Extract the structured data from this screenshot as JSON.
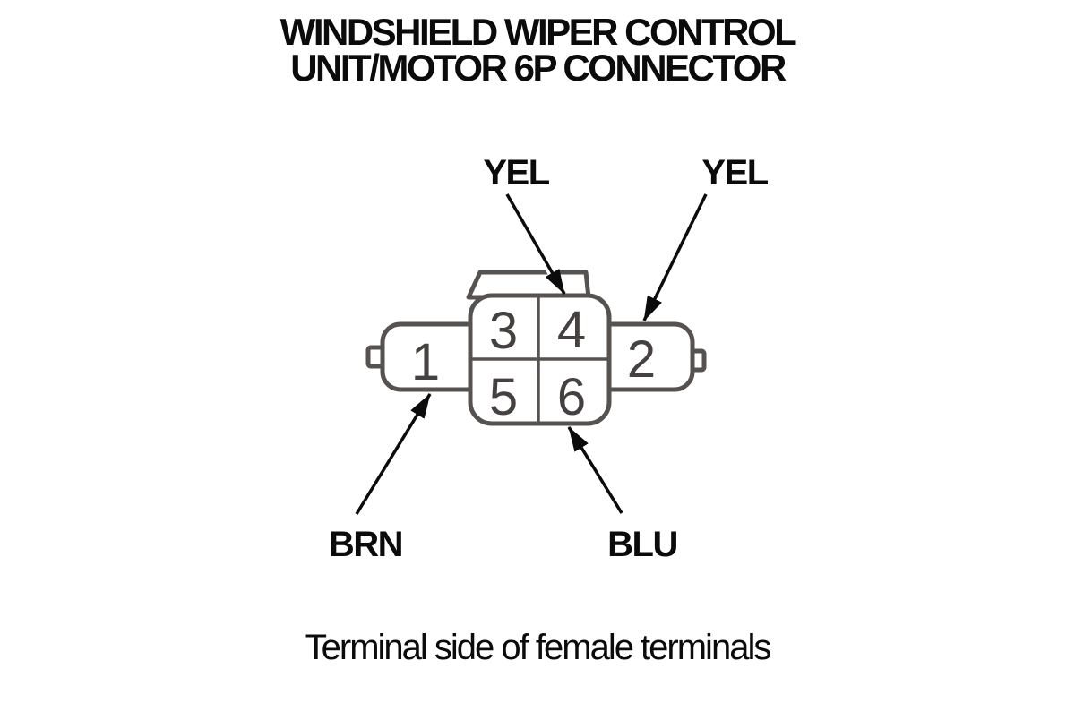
{
  "title": {
    "line1": "WINDSHIELD WIPER CONTROL",
    "line2": "UNIT/MOTOR 6P CONNECTOR"
  },
  "caption": "Terminal side of female terminals",
  "connector": {
    "terminals": [
      {
        "id": "1"
      },
      {
        "id": "2"
      },
      {
        "id": "3"
      },
      {
        "id": "4"
      },
      {
        "id": "5"
      },
      {
        "id": "6"
      }
    ],
    "wire_labels": [
      {
        "text": "YEL",
        "points_to": "terminal-4"
      },
      {
        "text": "YEL",
        "points_to": "terminal-2"
      },
      {
        "text": "BRN",
        "points_to": "terminal-1"
      },
      {
        "text": "BLU",
        "points_to": "terminal-6"
      }
    ]
  },
  "colors": {
    "background": "#ffffff",
    "ink": "#0b0b0b",
    "outline": "#56524f",
    "digits": "#454140"
  }
}
